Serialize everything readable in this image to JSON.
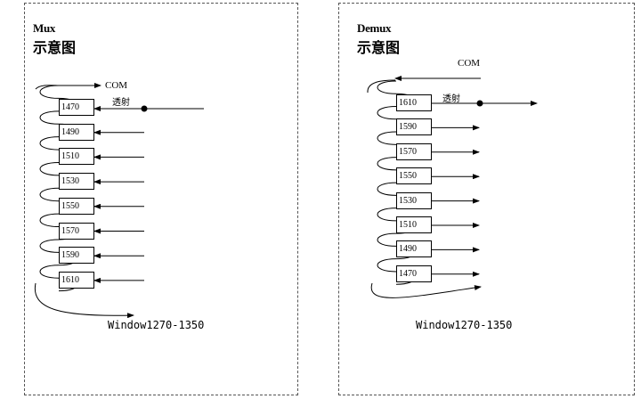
{
  "mux": {
    "title": "Mux",
    "subtitle": "示意图",
    "com_label": "COM",
    "transmit_label": "透射",
    "channels": [
      "1470",
      "1490",
      "1510",
      "1530",
      "1550",
      "1570",
      "1590",
      "1610"
    ],
    "window_label": "Window1270-1350"
  },
  "demux": {
    "title": "Demux",
    "subtitle": "示意图",
    "com_label": "COM",
    "transmit_label": "透射",
    "channels": [
      "1610",
      "1590",
      "1570",
      "1550",
      "1530",
      "1510",
      "1490",
      "1470"
    ],
    "window_label": "Window1270-1350"
  }
}
